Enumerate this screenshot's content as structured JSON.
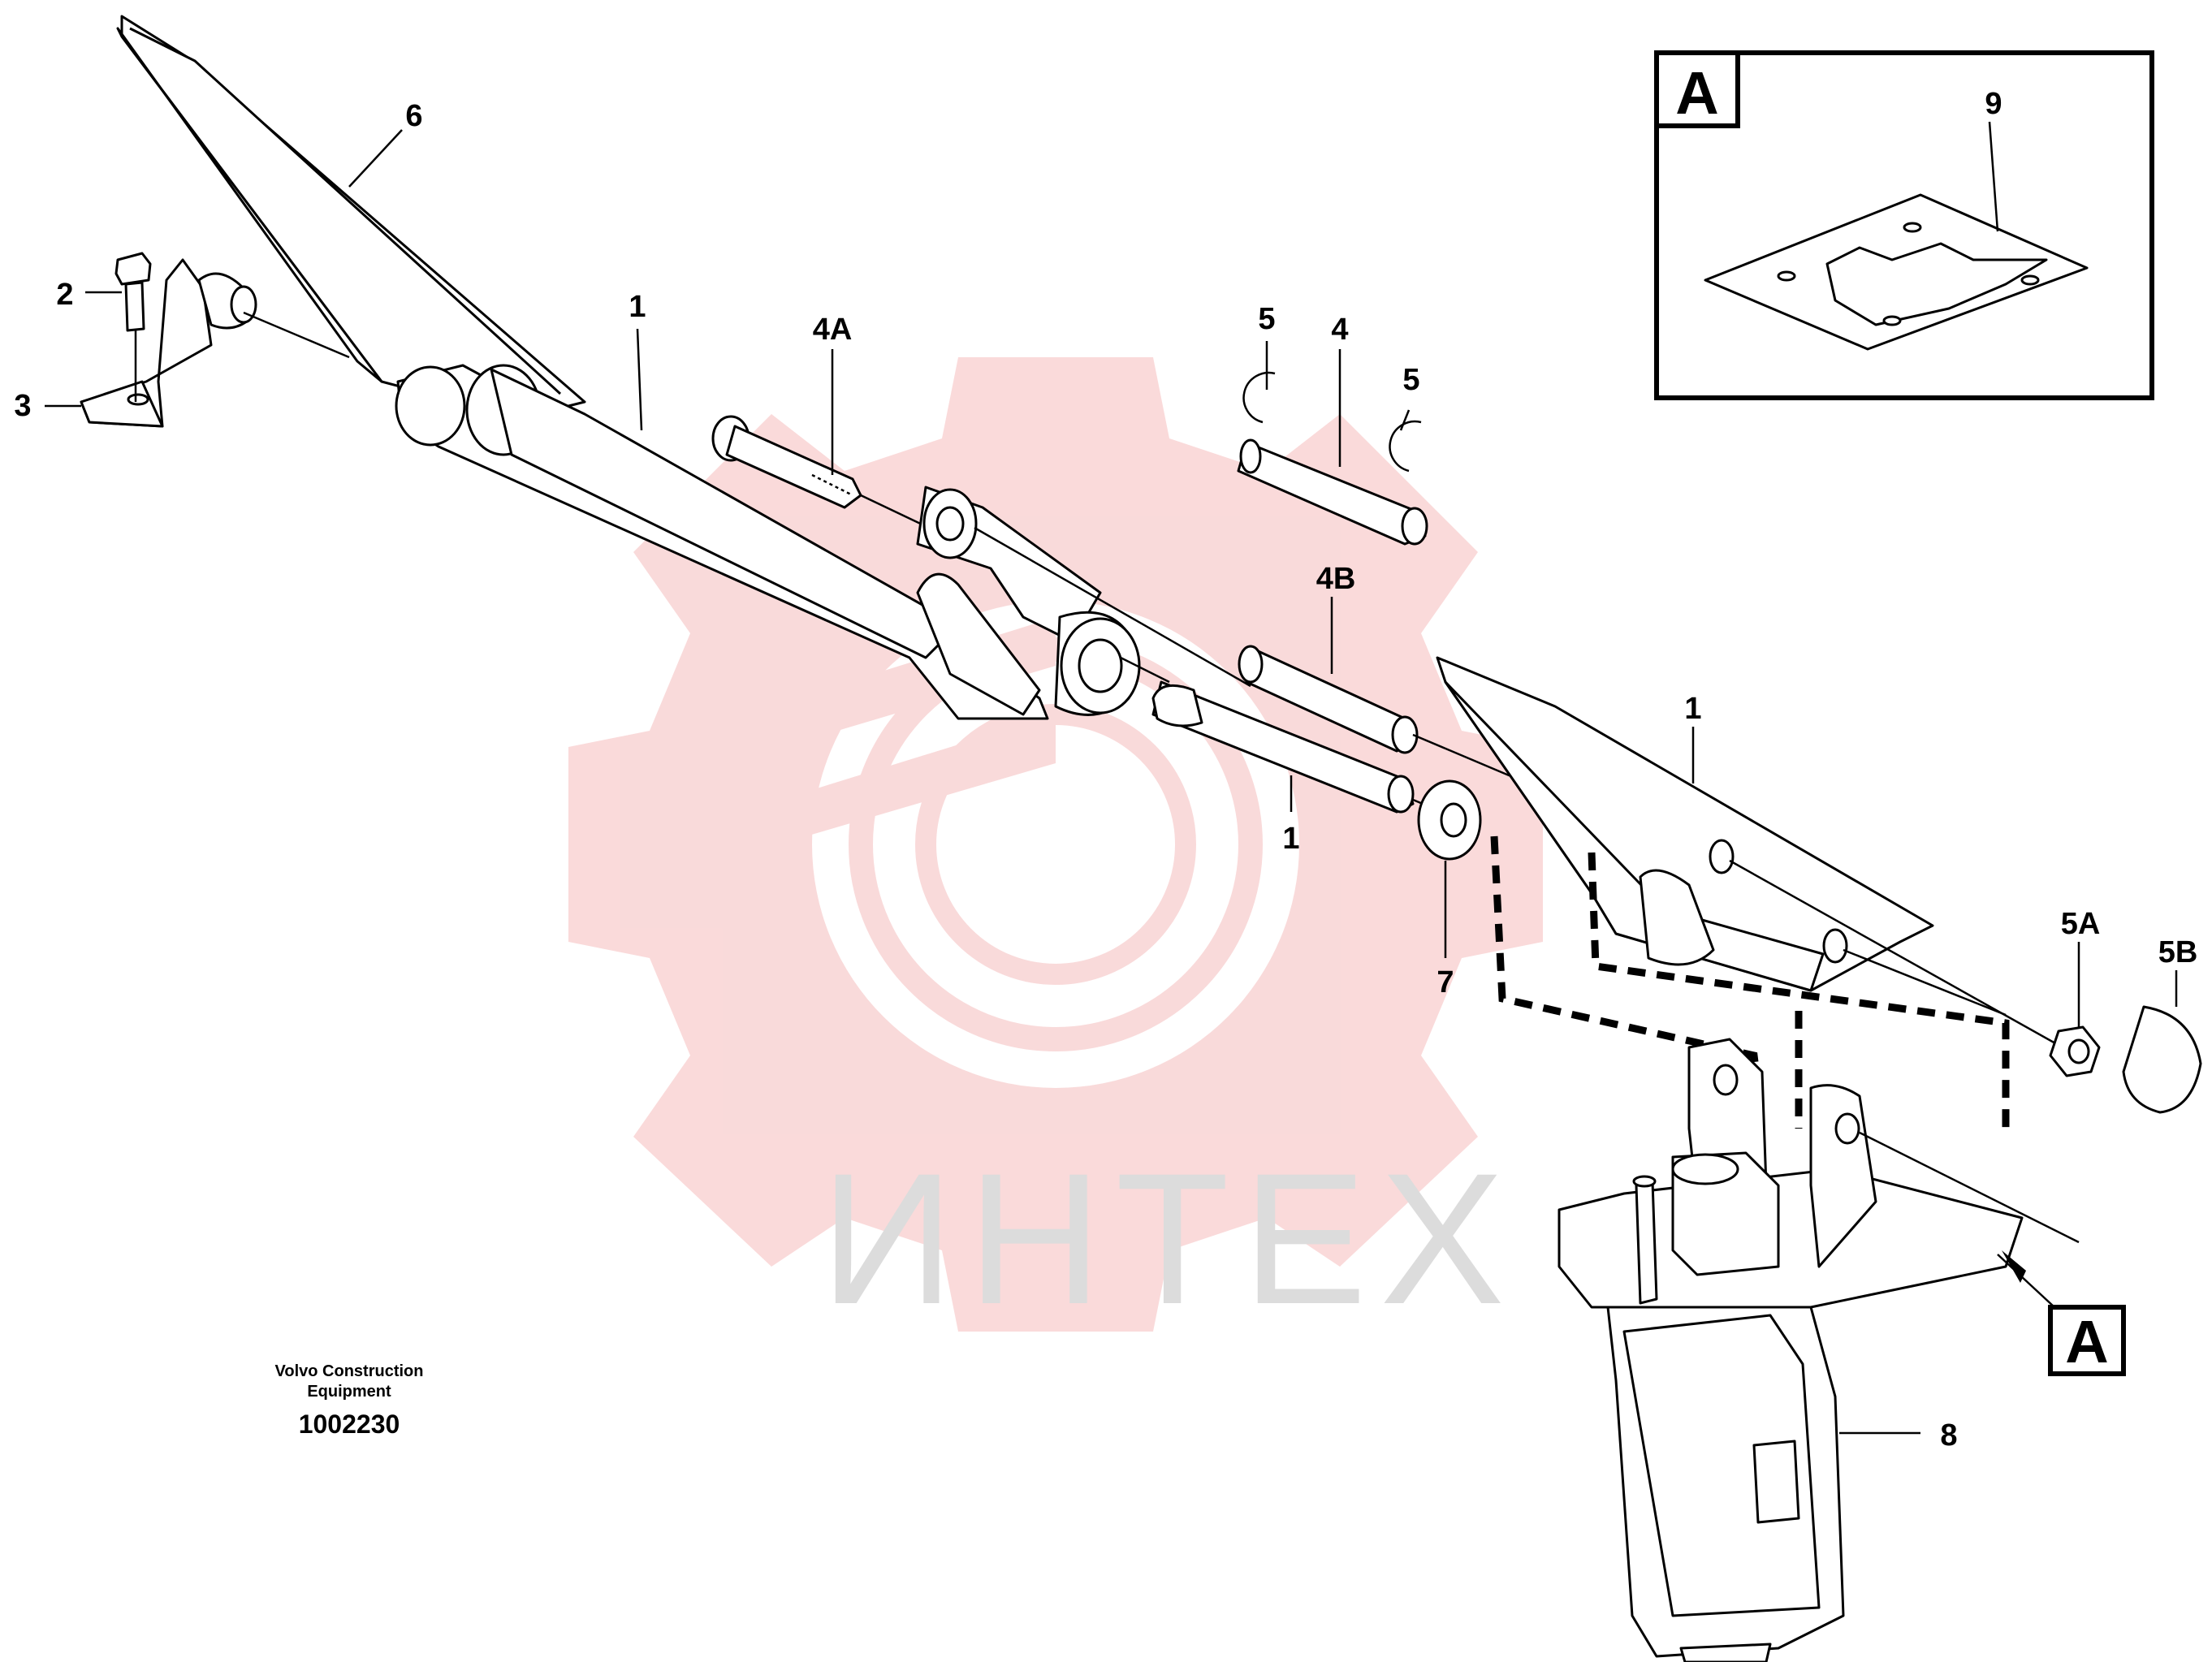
{
  "labels": {
    "l1a": "1",
    "l1b": "1",
    "l1c": "1",
    "l2": "2",
    "l3": "3",
    "l4": "4",
    "l4a": "4A",
    "l4b": "4B",
    "l5a": "5",
    "l5b": "5",
    "l5A": "5A",
    "l5B": "5B",
    "l6": "6",
    "l7": "7",
    "l8": "8",
    "l9": "9"
  },
  "view_marker": {
    "inset": "A",
    "pointer": "A"
  },
  "publisher": {
    "line1": "Volvo Construction",
    "line2": "Equipment",
    "drawing_number": "1002230"
  },
  "watermark": {
    "text": "ИНТЕХ",
    "color": "#dcdcdc",
    "logo_color": "#f9d4d4"
  }
}
